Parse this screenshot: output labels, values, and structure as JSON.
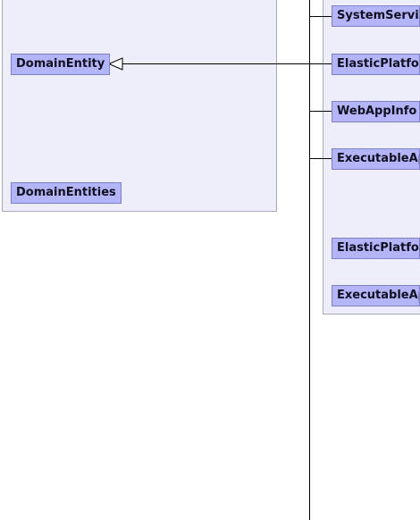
{
  "left_package": {
    "nodes": {
      "domain_entity": "DomainEntity",
      "domain_entities": "DomainEntities"
    }
  },
  "right_package": {
    "nodes": {
      "system_service": "SystemService",
      "elastic_platform_1": "ElasticPlatform",
      "web_app_info": "WebAppInfo",
      "executable_app_1": "ExecutableApp",
      "elastic_platform_2": "ElasticPlatform",
      "executable_app_2": "ExecutableApp"
    }
  },
  "colors": {
    "package_fill": "#eeeefa",
    "package_border": "#a8a8b8",
    "node_fill": "#b4b4f8",
    "node_border": "#8080c8",
    "edge": "#000000"
  }
}
